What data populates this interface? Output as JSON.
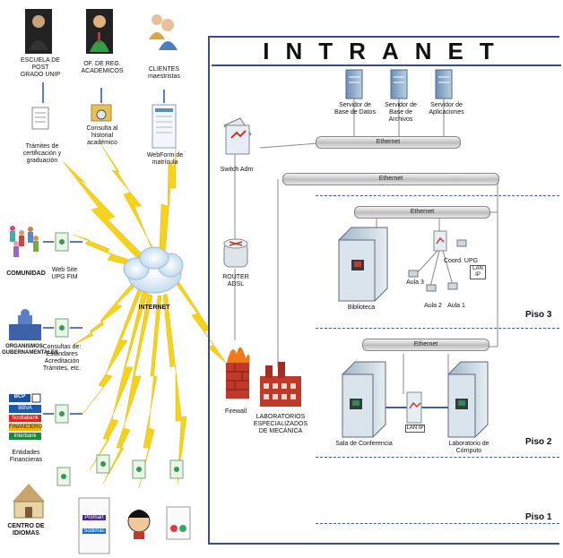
{
  "diagram": {
    "title": "INTRANET",
    "center": "INTERNET",
    "floors": [
      "Piso 3",
      "Piso 2",
      "Piso 1"
    ],
    "buses": [
      "Ethernet",
      "Ethernet",
      "Ethernet",
      "Ethernet"
    ],
    "servers": [
      "Servidor de Base de Datos",
      "Servidor de Base de Archivos",
      "Servidor de Aplicaciones"
    ],
    "left_column": {
      "escuela": "ESCUELA DE POST GRADO UNIP",
      "tramites": "Trámites de certificación y graduación",
      "oficina": "OF. DE REG. ACADEMICOS",
      "consulta": "Consulta al historial académico",
      "clientes": "CLIENTES maestristas",
      "webform": "WebForm de matrícula",
      "comunidad": "COMUNIDAD",
      "website": "Web Site UPG FIM",
      "organismos": "ORGANISMOS GUBERNAMENTALES",
      "consultas": "Consultas de: Estándares Acreditación Trámites, etc.",
      "entidades": "Entidades Financieras",
      "centro": "CENTRO DE IDIOMAS",
      "banks": [
        "BCP",
        "BBVA",
        "Scotiabank",
        "FINANCIERO",
        "Interbank"
      ],
      "bottom_brands": [
        "Promart",
        "Sodimac"
      ]
    },
    "intranet": {
      "switch": "Switch Adm",
      "router": "ROUTER ADSL",
      "firewall": "Firewall",
      "laboratorios": "LABORATORIOS ESPECIALIZADOS DE MECÁNICA",
      "biblioteca": "Biblioteca",
      "coord": "Coord. UPG",
      "lan1": "LAN IP",
      "aula3": "Aula 3",
      "aula2": "Aula 2",
      "aula1": "Aula 1",
      "sala": "Sala de Conferencia",
      "lan2": "LAN IP",
      "lab_computo": "Laboratorio de Cómputo"
    }
  }
}
